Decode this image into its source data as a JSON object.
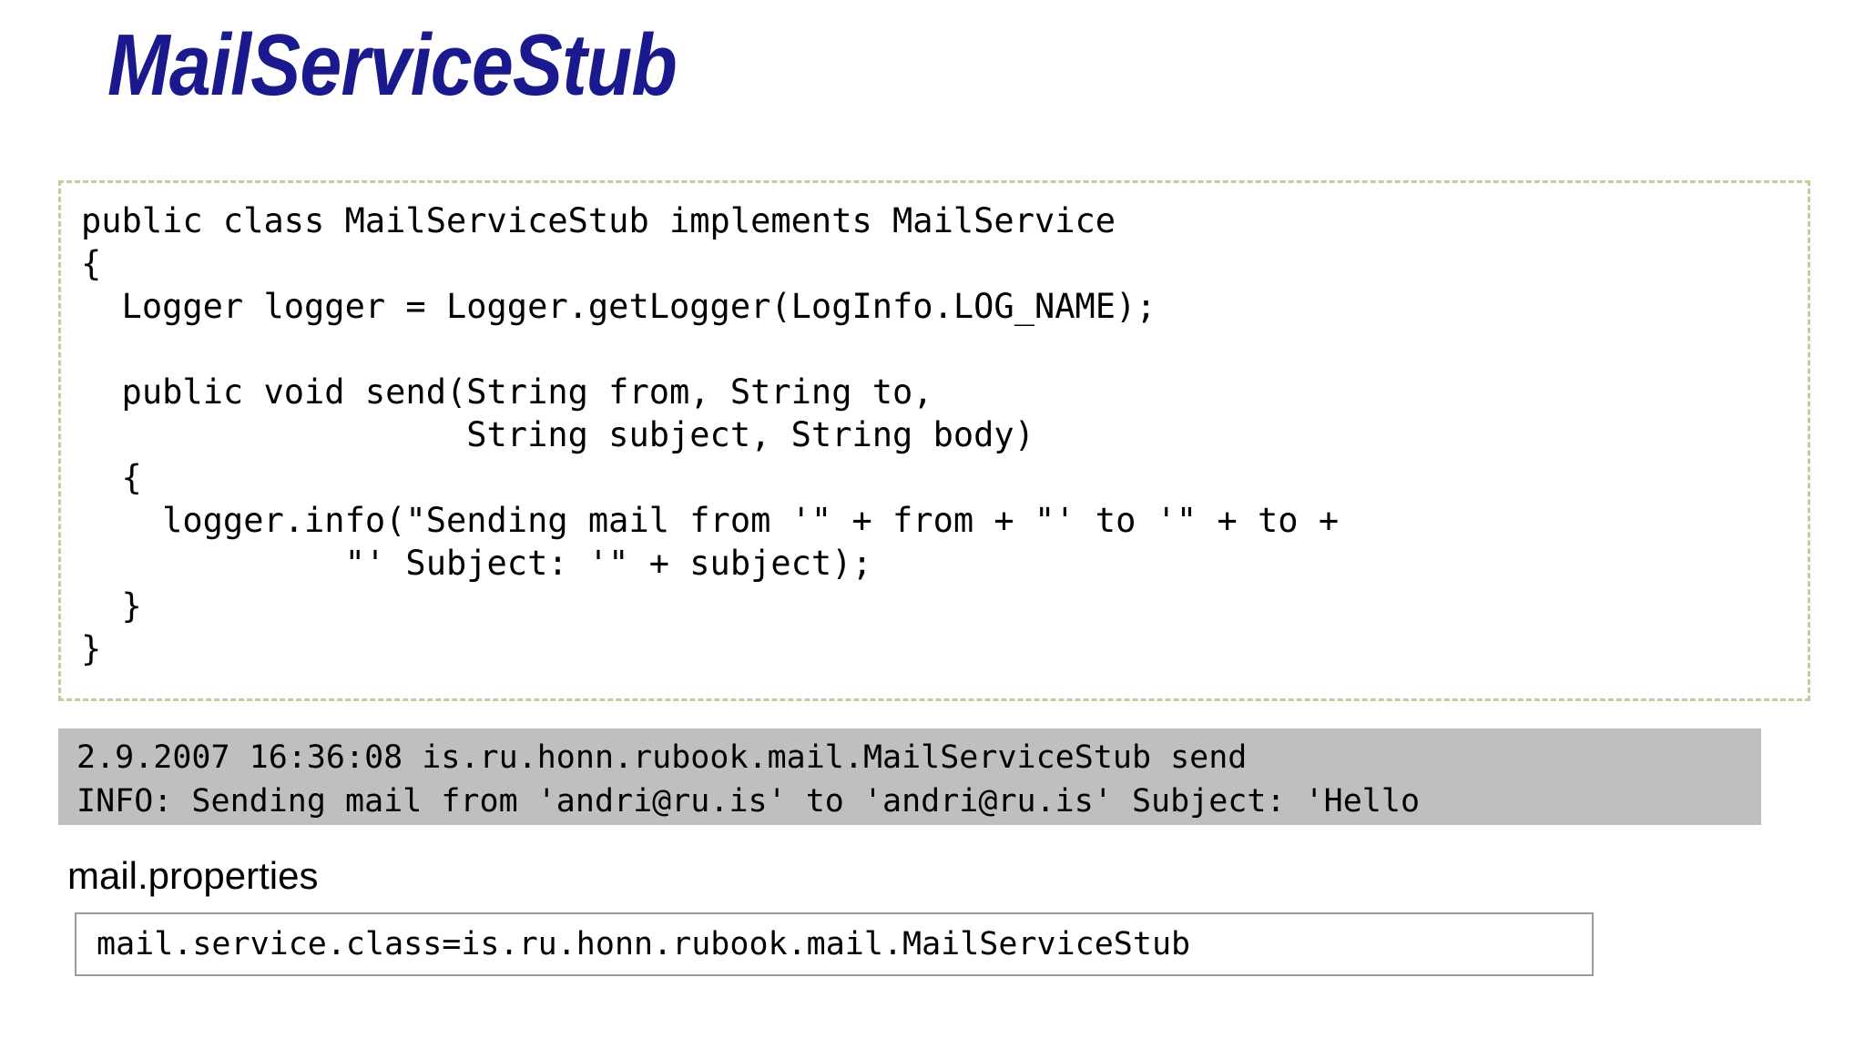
{
  "slide": {
    "title": "MailServiceStub",
    "title_color": "#1a1a8e"
  },
  "code_block": {
    "border_color": "#c9c99b",
    "language": "java",
    "lines": [
      "public class MailServiceStub implements MailService",
      "{",
      "  Logger logger = Logger.getLogger(LogInfo.LOG_NAME);",
      "",
      "  public void send(String from, String to,",
      "                   String subject, String body)",
      "  {",
      "    logger.info(\"Sending mail from '\" + from + \"' to '\" + to +",
      "             \"' Subject: '\" + subject);",
      "  }",
      "}"
    ]
  },
  "console_output": {
    "background_color": "#bfbfbf",
    "lines": [
      "2.9.2007 16:36:08 is.ru.honn.rubook.mail.MailServiceStub send",
      "INFO: Sending mail from 'andri@ru.is' to 'andri@ru.is' Subject: 'Hello"
    ]
  },
  "properties": {
    "label": "mail.properties",
    "lines": [
      "mail.service.class=is.ru.honn.rubook.mail.MailServiceStub"
    ]
  }
}
